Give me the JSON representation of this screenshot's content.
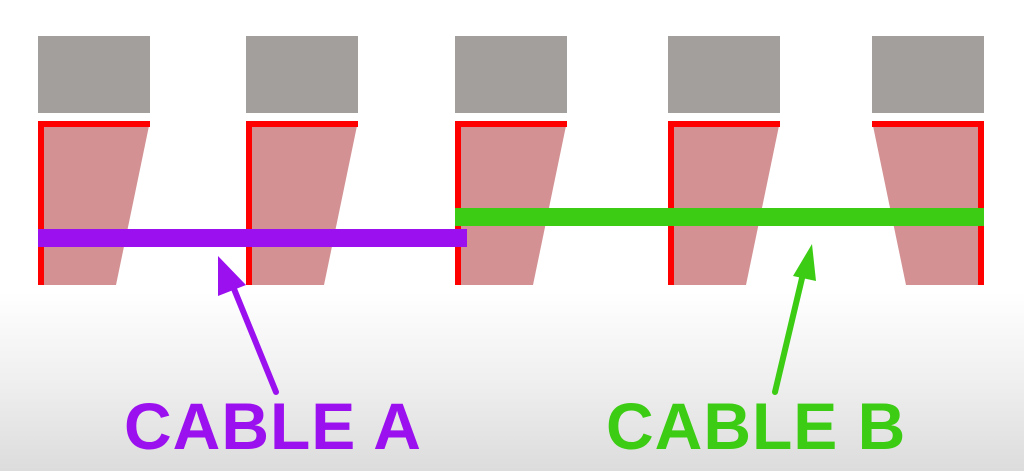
{
  "colors": {
    "background": "#ffffff",
    "cap": "#a39f9d",
    "body": "#d39194",
    "outline": "#ff0000",
    "cable_a": "#9b10ef",
    "cable_b": "#3ccc14"
  },
  "labels": {
    "cable_a": "CABLE A",
    "cable_b": "CABLE B"
  },
  "sections": [
    {
      "shape": "taper-right"
    },
    {
      "shape": "taper-right"
    },
    {
      "shape": "taper-right"
    },
    {
      "shape": "taper-right"
    },
    {
      "shape": "taper-left"
    }
  ],
  "cables": [
    {
      "id": "cable_a",
      "color_key": "cable_a",
      "from_section": 1,
      "to_section": 3
    },
    {
      "id": "cable_b",
      "color_key": "cable_b",
      "from_section": 3,
      "to_section": 5
    }
  ]
}
